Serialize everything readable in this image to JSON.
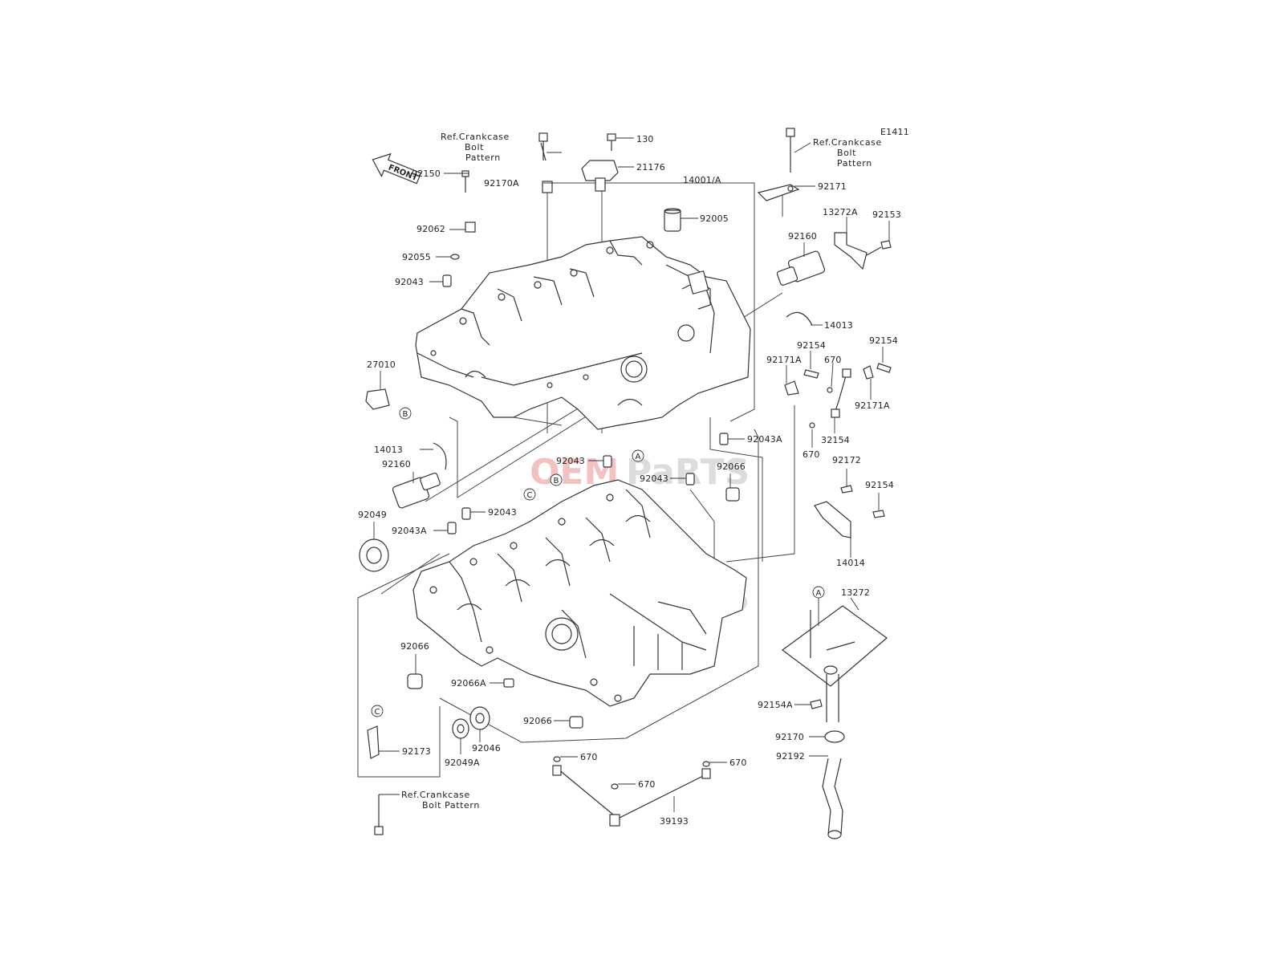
{
  "front_label": "FRONT",
  "diagram_code": "E1411",
  "watermark": {
    "oem": "OEM",
    "parts": "PaRTS",
    "color_red": "#d9534f",
    "color_gray": "#9e9e9e"
  },
  "ref_note_1": [
    "Ref.Crankcase",
    "Bolt",
    "Pattern"
  ],
  "ref_note_2": [
    "Ref.Crankcase",
    "Bolt",
    "Pattern"
  ],
  "ref_note_3": [
    "Ref.Crankcase",
    "Bolt Pattern"
  ],
  "parts": [
    {
      "id": "p130",
      "label": "130"
    },
    {
      "id": "p21176",
      "label": "21176"
    },
    {
      "id": "p92170A",
      "label": "92170A"
    },
    {
      "id": "p14001A",
      "label": "14001/A"
    },
    {
      "id": "p92171",
      "label": "92171"
    },
    {
      "id": "p92150",
      "label": "92150"
    },
    {
      "id": "p92005",
      "label": "92005"
    },
    {
      "id": "p13272A",
      "label": "13272A"
    },
    {
      "id": "p92153",
      "label": "92153"
    },
    {
      "id": "p92062",
      "label": "92062"
    },
    {
      "id": "p92160a",
      "label": "92160"
    },
    {
      "id": "p92055",
      "label": "92055"
    },
    {
      "id": "p92043a",
      "label": "92043"
    },
    {
      "id": "p14013a",
      "label": "14013"
    },
    {
      "id": "p92154a",
      "label": "92154"
    },
    {
      "id": "p92154b",
      "label": "92154"
    },
    {
      "id": "p92171Aa",
      "label": "92171A"
    },
    {
      "id": "p670a",
      "label": "670"
    },
    {
      "id": "p27010",
      "label": "27010"
    },
    {
      "id": "p92171Ab",
      "label": "92171A"
    },
    {
      "id": "p32154",
      "label": "32154"
    },
    {
      "id": "p92043A1",
      "label": "92043A"
    },
    {
      "id": "p14013b",
      "label": "14013"
    },
    {
      "id": "p670b",
      "label": "670"
    },
    {
      "id": "p92043b",
      "label": "92043"
    },
    {
      "id": "p92066a",
      "label": "92066"
    },
    {
      "id": "p92172",
      "label": "92172"
    },
    {
      "id": "p92160b",
      "label": "92160"
    },
    {
      "id": "p92043c",
      "label": "92043"
    },
    {
      "id": "p92154c",
      "label": "92154"
    },
    {
      "id": "p92049",
      "label": "92049"
    },
    {
      "id": "p92043d",
      "label": "92043"
    },
    {
      "id": "p92043A2",
      "label": "92043A"
    },
    {
      "id": "p14014",
      "label": "14014"
    },
    {
      "id": "p13272",
      "label": "13272"
    },
    {
      "id": "p92066b",
      "label": "92066"
    },
    {
      "id": "p92066A",
      "label": "92066A"
    },
    {
      "id": "p92154A",
      "label": "92154A"
    },
    {
      "id": "p92066c",
      "label": "92066"
    },
    {
      "id": "p92173",
      "label": "92173"
    },
    {
      "id": "p92046",
      "label": "92046"
    },
    {
      "id": "p92170",
      "label": "92170"
    },
    {
      "id": "p92049A",
      "label": "92049A"
    },
    {
      "id": "p670c",
      "label": "670"
    },
    {
      "id": "p670d",
      "label": "670"
    },
    {
      "id": "p92192",
      "label": "92192"
    },
    {
      "id": "p670e",
      "label": "670"
    },
    {
      "id": "p39193",
      "label": "39193"
    }
  ],
  "callouts": {
    "A": "A",
    "B": "B",
    "C": "C"
  }
}
